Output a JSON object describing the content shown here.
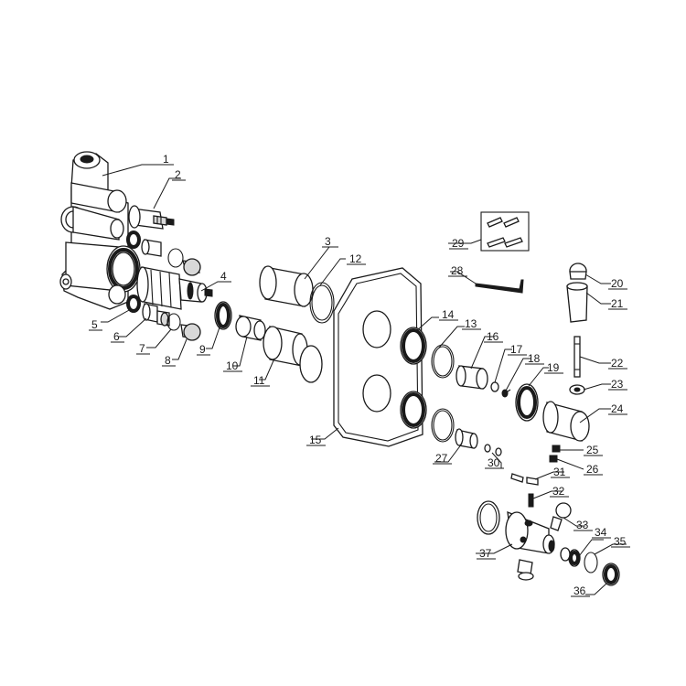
{
  "callouts": [
    {
      "id": "c1",
      "text": "1"
    },
    {
      "id": "c2",
      "text": "2"
    },
    {
      "id": "c3",
      "text": "3"
    },
    {
      "id": "c4",
      "text": "4"
    },
    {
      "id": "c5",
      "text": "5"
    },
    {
      "id": "c6",
      "text": "6"
    },
    {
      "id": "c7",
      "text": "7"
    },
    {
      "id": "c8",
      "text": "8"
    },
    {
      "id": "c9",
      "text": "9"
    },
    {
      "id": "c10",
      "text": "10"
    },
    {
      "id": "c11",
      "text": "11"
    },
    {
      "id": "c12",
      "text": "12"
    },
    {
      "id": "c13",
      "text": "13"
    },
    {
      "id": "c14",
      "text": "14"
    },
    {
      "id": "c15",
      "text": "15"
    },
    {
      "id": "c16",
      "text": "16"
    },
    {
      "id": "c17",
      "text": "17"
    },
    {
      "id": "c18",
      "text": "18"
    },
    {
      "id": "c19",
      "text": "19"
    },
    {
      "id": "c20",
      "text": "20"
    },
    {
      "id": "c21",
      "text": "21"
    },
    {
      "id": "c22",
      "text": "22"
    },
    {
      "id": "c23",
      "text": "23"
    },
    {
      "id": "c24",
      "text": "24"
    },
    {
      "id": "c25",
      "text": "25"
    },
    {
      "id": "c26",
      "text": "26"
    },
    {
      "id": "c27",
      "text": "27"
    },
    {
      "id": "c28",
      "text": "28"
    },
    {
      "id": "c29",
      "text": "29"
    },
    {
      "id": "c30",
      "text": "30"
    },
    {
      "id": "c31",
      "text": "31"
    },
    {
      "id": "c32",
      "text": "32"
    },
    {
      "id": "c33",
      "text": "33"
    },
    {
      "id": "c34",
      "text": "34"
    },
    {
      "id": "c35",
      "text": "35"
    },
    {
      "id": "c36",
      "text": "36"
    },
    {
      "id": "c37",
      "text": "37"
    }
  ]
}
